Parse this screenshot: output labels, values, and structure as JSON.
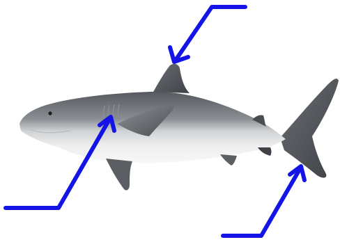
{
  "colors": {
    "background": "#ffffff",
    "pointer": "#1414e6",
    "shark_back_dark": "#3c3f43",
    "shark_back_mid": "#6d7176",
    "shark_belly": "#f2f2f2",
    "shark_fin": "#55585c",
    "tail": "#2f3236"
  },
  "pointers": [
    {
      "target": "dorsal-fin"
    },
    {
      "target": "gills"
    },
    {
      "target": "caudal-fin"
    }
  ]
}
